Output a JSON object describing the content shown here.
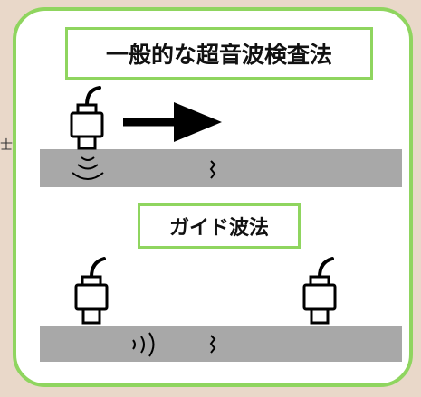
{
  "titles": {
    "conventional": "一般的な超音波検査法",
    "guided_wave": "ガイド波法"
  },
  "edge_text": "士",
  "colors": {
    "background": "#e9d8c9",
    "frame_border": "#8fd55f",
    "plate": "#a8a8a8",
    "probe": "#000000"
  },
  "icons": [
    "probe-icon",
    "arrow-right-icon",
    "ultrasound-wave-icon",
    "crack-icon"
  ]
}
